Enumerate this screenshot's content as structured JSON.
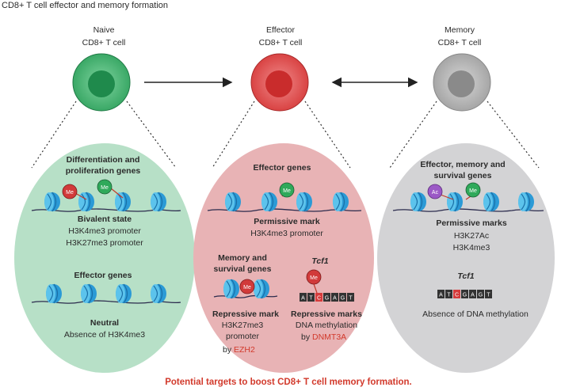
{
  "title": "CD8+ T cell effector and memory formation",
  "cells": [
    {
      "line1": "Naive",
      "line2": "CD8+ T cell",
      "color": "#2fa060"
    },
    {
      "line1": "Effector",
      "line2": "CD8+ T cell",
      "color": "#d94343"
    },
    {
      "line1": "Memory",
      "line2": "CD8+ T cell",
      "color": "#9a9a9a"
    }
  ],
  "naive": {
    "heading1": "Differentiation and",
    "heading2": "proliferation genes",
    "state": "Bivalent state",
    "mark1": "H3K4me3 promoter",
    "mark2": "H3K27me3 promoter",
    "effector_genes": "Effector genes",
    "neutral": "Neutral",
    "absence": "Absence of H3K4me3"
  },
  "effector": {
    "heading": "Effector genes",
    "permissive": "Permissive mark",
    "permissive_mark": "H3K4me3 promoter",
    "memory1": "Memory and",
    "memory2": "survival genes",
    "tcf1": "Tcf1",
    "repressive1": "Repressive mark",
    "repressive1_a": "H3K27me3",
    "repressive1_b": "promoter",
    "by": "by",
    "ezh2": "EZH2",
    "repressive2": "Repressive marks",
    "repressive2_a": "DNA methylation",
    "dnmt3a": "DNMT3A"
  },
  "memory": {
    "heading1": "Effector, memory  and",
    "heading2": "survival genes",
    "permissive": "Permissive marks",
    "mark1": "H3K27Ac",
    "mark2": "H3K4me3",
    "tcf1": "Tcf1",
    "absence": "Absence of DNA methylation"
  },
  "labels": {
    "me": "Me",
    "ac": "Ac"
  },
  "dna_bases": [
    "A",
    "T",
    "C",
    "G",
    "A",
    "G",
    "T"
  ],
  "footer": "Potential targets to boost CD8+ T cell memory formation."
}
